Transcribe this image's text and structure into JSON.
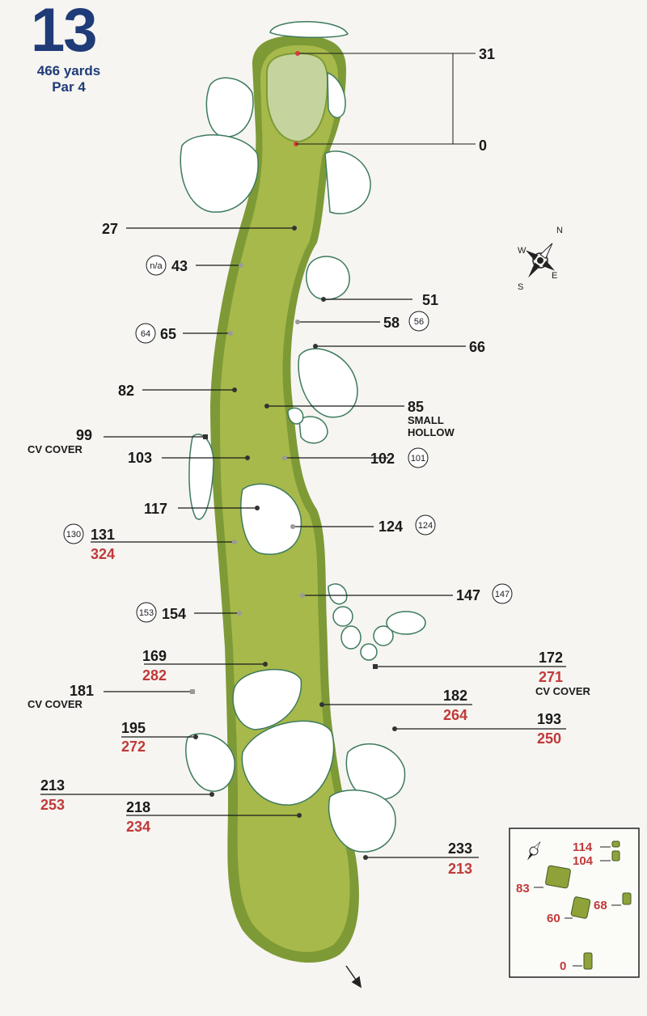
{
  "hole": {
    "number": "13",
    "yards": "466 yards",
    "par": "Par 4"
  },
  "colors": {
    "fairway": "#a7b94a",
    "rough": "#7d9a36",
    "green": "#c5d49e",
    "bunker": "#ffffff",
    "bunker_edge": "#3d7a5e",
    "label_black": "#1a1a1a",
    "label_red": "#c0393a",
    "title_blue": "#1f3b78"
  },
  "compass": {
    "n": "N",
    "s": "S",
    "e": "E",
    "w": "W"
  },
  "green_markers": [
    {
      "value": "31"
    },
    {
      "value": "0"
    }
  ],
  "markers": [
    {
      "id": "m27",
      "primary": "27"
    },
    {
      "id": "m43",
      "primary": "43",
      "circled": "n/a"
    },
    {
      "id": "m51",
      "primary": "51"
    },
    {
      "id": "m58",
      "primary": "58",
      "circled": "56"
    },
    {
      "id": "m65",
      "primary": "65",
      "circled": "64"
    },
    {
      "id": "m66",
      "primary": "66"
    },
    {
      "id": "m82",
      "primary": "82"
    },
    {
      "id": "m85",
      "primary": "85",
      "note": "SMALL",
      "note2": "HOLLOW"
    },
    {
      "id": "m99",
      "primary": "99",
      "note": "CV COVER"
    },
    {
      "id": "m103",
      "primary": "103"
    },
    {
      "id": "m102",
      "primary": "102",
      "circled": "101"
    },
    {
      "id": "m117",
      "primary": "117"
    },
    {
      "id": "m124",
      "primary": "124",
      "circled": "124"
    },
    {
      "id": "m131",
      "primary": "131",
      "secondary": "324",
      "circled": "130"
    },
    {
      "id": "m147",
      "primary": "147",
      "circled": "147"
    },
    {
      "id": "m154",
      "primary": "154",
      "circled": "153"
    },
    {
      "id": "m169",
      "primary": "169",
      "secondary": "282"
    },
    {
      "id": "m172",
      "primary": "172",
      "secondary": "271",
      "note": "CV COVER"
    },
    {
      "id": "m181",
      "primary": "181",
      "note": "CV COVER"
    },
    {
      "id": "m182",
      "primary": "182",
      "secondary": "264"
    },
    {
      "id": "m193",
      "primary": "193",
      "secondary": "250"
    },
    {
      "id": "m195",
      "primary": "195",
      "secondary": "272"
    },
    {
      "id": "m213",
      "primary": "213",
      "secondary": "253"
    },
    {
      "id": "m218",
      "primary": "218",
      "secondary": "234"
    },
    {
      "id": "m233",
      "primary": "233",
      "secondary": "213"
    }
  ],
  "tees": [
    "114",
    "104",
    "83",
    "68",
    "60",
    "0"
  ]
}
